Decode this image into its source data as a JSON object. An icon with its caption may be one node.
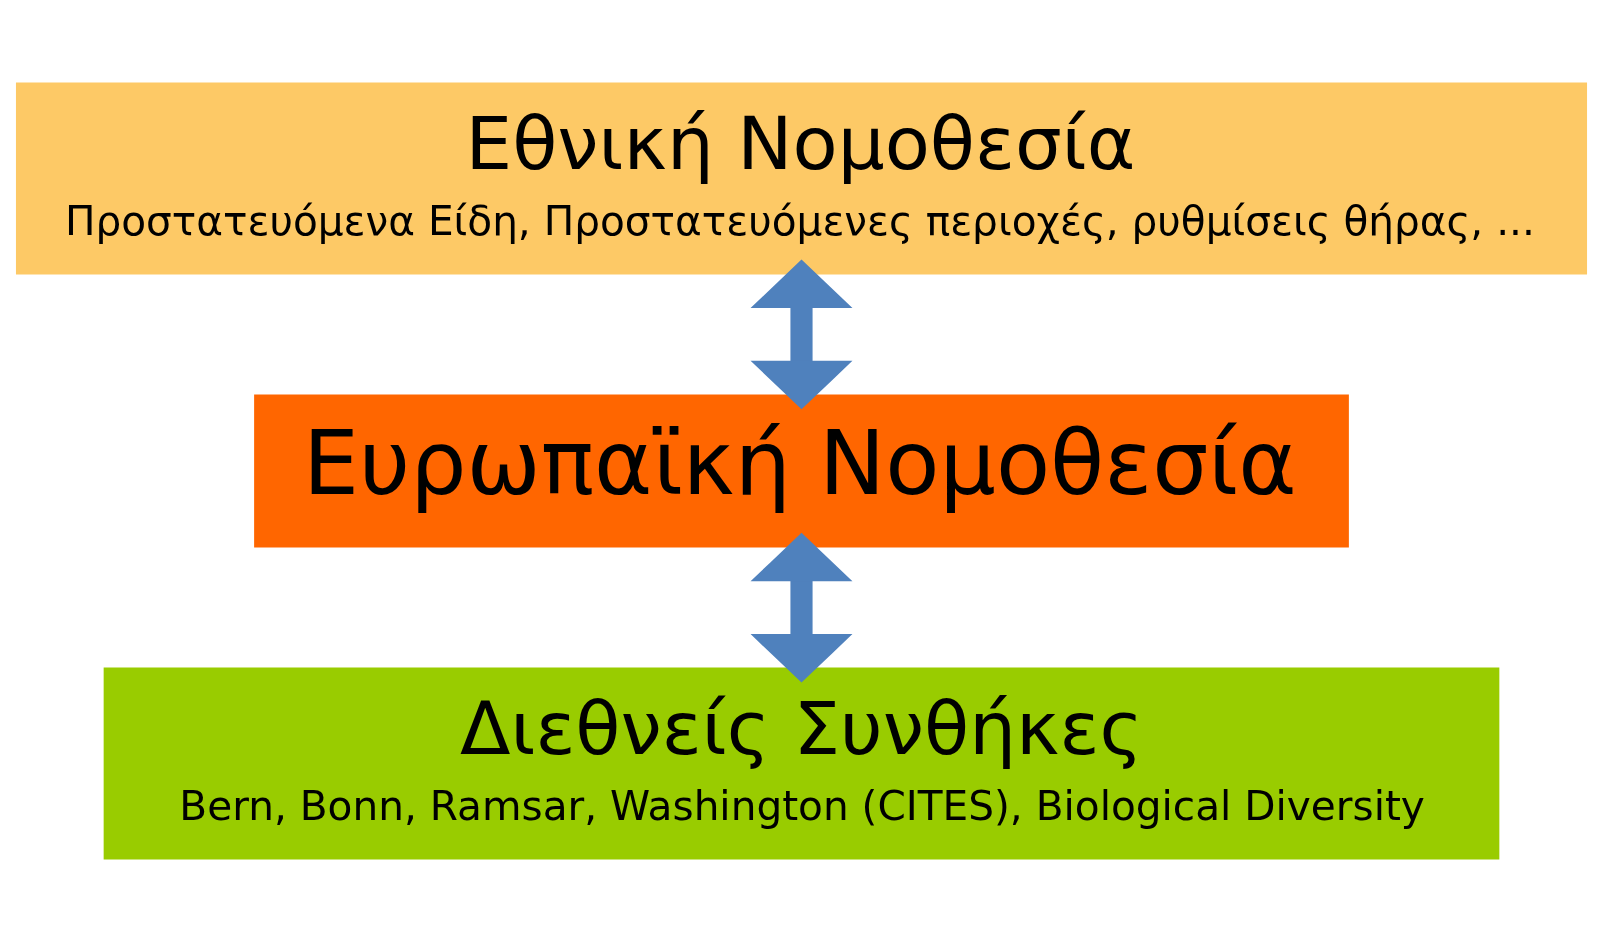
{
  "diagram": {
    "nodes": [
      {
        "text": [
          "Εθνική Νομοθεσία",
          "Προστατευόμενα Είδη, Προστατευόμενες περιοχές, ρυθμίσεις θήρας, ..."
        ]
      },
      {
        "text": [
          "Ευρωπαϊκή Νομοθεσία"
        ]
      },
      {
        "text": [
          "Διεθνείς Συνθήκες",
          "Bern, Bonn, Ramsar, Washington (CITES), Biological Diversity"
        ]
      }
    ],
    "edges": [
      {
        "from": 0,
        "to": 1,
        "arrow": "both"
      },
      {
        "from": 1,
        "to": 2,
        "arrow": "both"
      }
    ]
  }
}
